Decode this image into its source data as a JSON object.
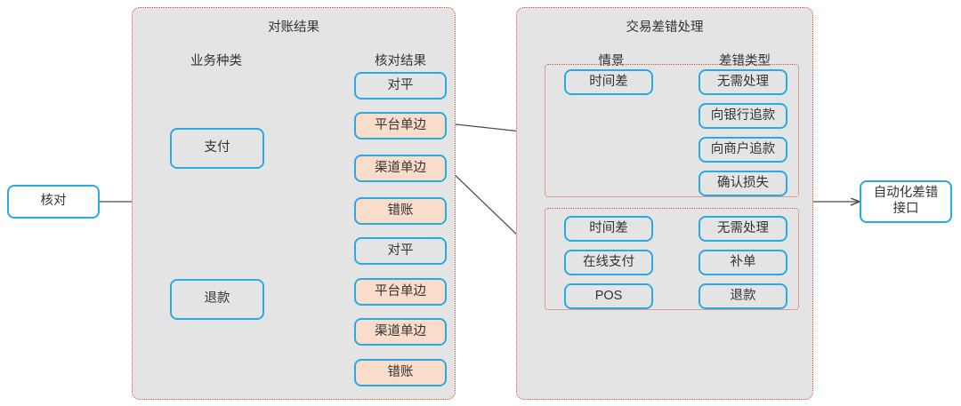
{
  "diagram": {
    "title_text": "",
    "colors": {
      "node_border": "#29aae3",
      "group_border": "#d6573a",
      "group_fill": "#e4e4e4",
      "highlight_fill": "#fadcca",
      "neutral_fill": "#e4e4e4",
      "white_fill": "#ffffff",
      "edge": "#4d4d4d",
      "text": "#333333"
    }
  },
  "entry": {
    "label": "核对"
  },
  "exit": {
    "label": "自动化差错\n接口"
  },
  "reconciliation_group": {
    "title": "对账结果",
    "column_labels": {
      "left": "业务种类",
      "right": "核对结果"
    },
    "business_types": [
      {
        "label": "支付"
      },
      {
        "label": "退款"
      }
    ],
    "payment_results": [
      {
        "label": "对平",
        "fill": "neutral"
      },
      {
        "label": "平台单边",
        "fill": "highlight"
      },
      {
        "label": "渠道单边",
        "fill": "highlight"
      },
      {
        "label": "错账",
        "fill": "highlight"
      }
    ],
    "refund_results": [
      {
        "label": "对平",
        "fill": "neutral"
      },
      {
        "label": "平台单边",
        "fill": "highlight"
      },
      {
        "label": "渠道单边",
        "fill": "highlight"
      },
      {
        "label": "错账",
        "fill": "highlight"
      }
    ]
  },
  "error_handling_group": {
    "title": "交易差错处理",
    "column_labels": {
      "left": "情景",
      "right": "差错类型"
    },
    "block_one": {
      "scenarios": [
        {
          "label": "时间差"
        }
      ],
      "error_types": [
        {
          "label": "无需处理"
        },
        {
          "label": "向银行追款"
        },
        {
          "label": "向商户追款"
        },
        {
          "label": "确认损失"
        }
      ]
    },
    "block_two": {
      "scenarios": [
        {
          "label": "时间差"
        },
        {
          "label": "在线支付"
        },
        {
          "label": "POS"
        }
      ],
      "error_types": [
        {
          "label": "无需处理"
        },
        {
          "label": "补单"
        },
        {
          "label": "退款"
        }
      ]
    }
  }
}
